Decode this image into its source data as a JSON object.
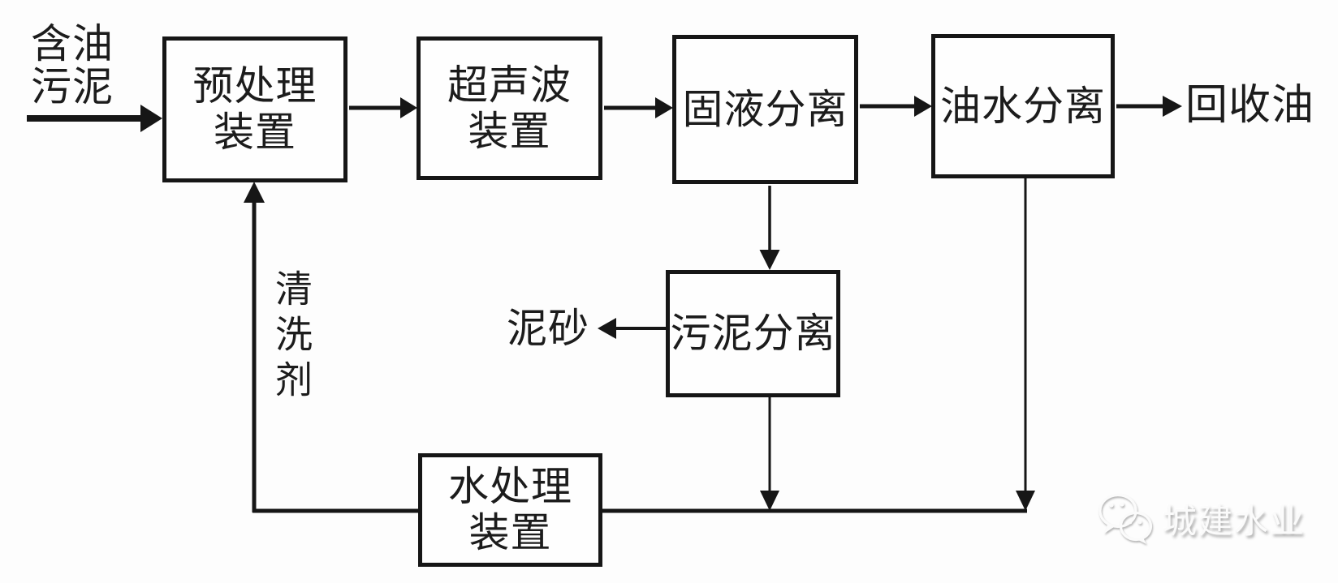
{
  "page": {
    "background": "#fdfdfd",
    "line_color": "#161616",
    "text_color": "#1c1c1c"
  },
  "flowchart": {
    "nodes": {
      "pretreatment": {
        "lines": [
          "预处理",
          "装置"
        ]
      },
      "ultrasonic": {
        "lines": [
          "超声波",
          "装置"
        ]
      },
      "solid_liquid": {
        "lines": [
          "固液分离"
        ]
      },
      "oil_water": {
        "lines": [
          "油水分离"
        ]
      },
      "sludge_separation": {
        "lines": [
          "污泥分离"
        ]
      },
      "water_treatment": {
        "lines": [
          "水处理",
          "装置"
        ]
      }
    },
    "labels": {
      "input": {
        "lines": [
          "含油",
          "污泥"
        ]
      },
      "recovered_oil": "回收油",
      "sediment": "泥砂",
      "cleaning_agent": "清洗剂"
    },
    "edges": [
      {
        "from": "含油污泥",
        "to": "预处理装置"
      },
      {
        "from": "预处理装置",
        "to": "超声波装置"
      },
      {
        "from": "超声波装置",
        "to": "固液分离"
      },
      {
        "from": "固液分离",
        "to": "油水分离"
      },
      {
        "from": "油水分离",
        "to": "回收油"
      },
      {
        "from": "固液分离",
        "to": "污泥分离"
      },
      {
        "from": "污泥分离",
        "to": "泥砂"
      },
      {
        "from": "污泥分离",
        "to": "水处理装置"
      },
      {
        "from": "油水分离",
        "to": "水处理装置"
      },
      {
        "from": "水处理装置",
        "to": "预处理装置",
        "label": "清洗剂"
      }
    ]
  },
  "watermark": {
    "icon": "wechat-icon",
    "text": "城建水业"
  }
}
